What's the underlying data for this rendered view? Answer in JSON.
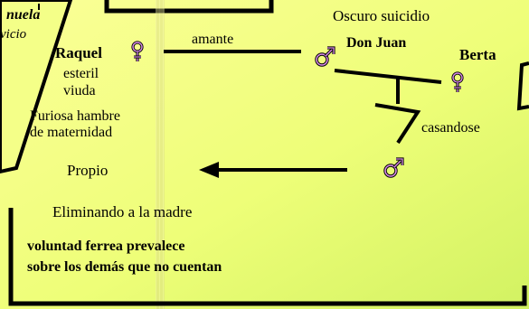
{
  "labels": {
    "left_name": "nuela",
    "left_sub": "vicio",
    "top_caption": "Oscuro suicidio",
    "raquel": "Raquel",
    "raquel_line1": "esteril",
    "raquel_line2": "viuda",
    "raquel_line3": "Furiosa hambre",
    "raquel_line4": "de maternidad",
    "amante": "amante",
    "don_juan": "Don Juan",
    "berta": "Berta",
    "casandose": "casandose",
    "propio": "Propio",
    "eliminando": "Eliminando a la madre",
    "voluntad_line1": "voluntad ferrea prevalece",
    "voluntad_line2": "sobre los demás que no cuentan"
  },
  "colors": {
    "background_light": "#f8ff8c",
    "background_green": "#d8f56a",
    "symbol_fill": "#d88ae8",
    "ink": "#000000"
  },
  "icons": {
    "female": "female-symbol-icon",
    "male": "male-symbol-icon"
  }
}
